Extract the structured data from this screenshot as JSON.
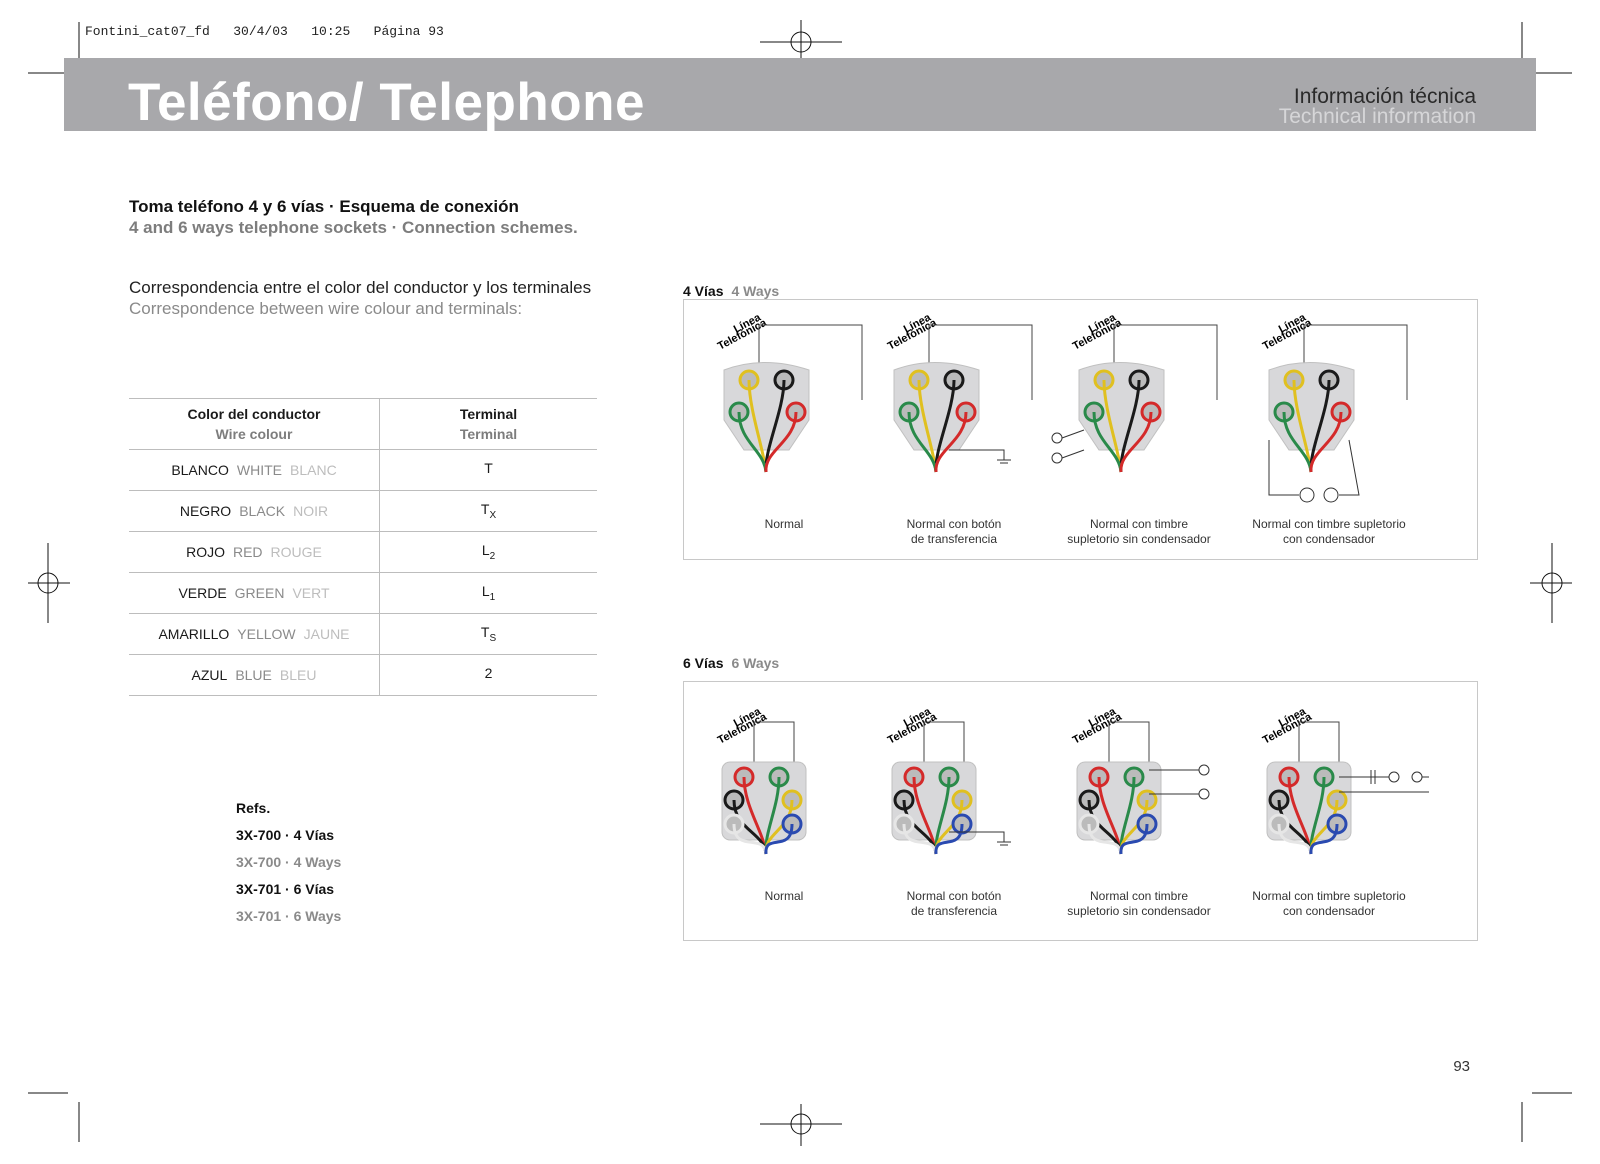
{
  "slug": "Fontini_cat07_fd   30/4/03   10:25   Página 93",
  "header": {
    "title": "Teléfono/ Telephone",
    "info_es": "Información técnica",
    "info_en": "Technical information"
  },
  "heading": {
    "es": "Toma teléfono 4 y 6 vías · Esquema de conexión",
    "en": "4 and 6 ways telephone sockets · Connection schemes."
  },
  "correspondence": {
    "es": "Correspondencia entre el color del conductor y los terminales",
    "en": "Correspondence between wire colour and terminals:"
  },
  "table": {
    "col1_es": "Color del conductor",
    "col1_en": "Wire colour",
    "col2_es": "Terminal",
    "col2_en": "Terminal",
    "rows": [
      {
        "es": "BLANCO",
        "en": "WHITE",
        "fr": "BLANC",
        "term": "T",
        "sub": ""
      },
      {
        "es": "NEGRO",
        "en": "BLACK",
        "fr": "NOIR",
        "term": "T",
        "sub": "X"
      },
      {
        "es": "ROJO",
        "en": "RED",
        "fr": "ROUGE",
        "term": "L",
        "sub": "2"
      },
      {
        "es": "VERDE",
        "en": "GREEN",
        "fr": "VERT",
        "term": "L",
        "sub": "1"
      },
      {
        "es": "AMARILLO",
        "en": "YELLOW",
        "fr": "JAUNE",
        "term": "T",
        "sub": "S"
      },
      {
        "es": "AZUL",
        "en": "BLUE",
        "fr": "BLEU",
        "term": "2",
        "sub": ""
      }
    ]
  },
  "refs": {
    "label": "Refs.",
    "r1": "3X-700 · 4 Vías",
    "r2": "3X-700 · 4 Ways",
    "r3": "3X-701 · 6 Vías",
    "r4": "3X-701 · 6 Ways"
  },
  "section4": {
    "es": "4 Vías",
    "en": "4 Ways",
    "line_label_1": "Línea",
    "line_label_2": "Telefónica",
    "captions": [
      [
        "Normal",
        ""
      ],
      [
        "Normal con botón",
        "de transferencia"
      ],
      [
        "Normal con timbre",
        "supletorio sin condensador"
      ],
      [
        "Normal con timbre supletorio",
        "con condensador"
      ]
    ]
  },
  "section6": {
    "es": "6 Vías",
    "en": "6 Ways",
    "line_label_1": "Línea",
    "line_label_2": "Telefónica",
    "captions": [
      [
        "Normal",
        ""
      ],
      [
        "Normal con botón",
        "de transferencia"
      ],
      [
        "Normal con timbre",
        "supletorio sin condensador"
      ],
      [
        "Normal con timbre supletorio",
        "con condensador"
      ]
    ]
  },
  "page_number": "93",
  "colors": {
    "header": "#a8a8ab",
    "wire_white": "#e6e6e6",
    "wire_black": "#1a1a1a",
    "wire_red": "#d42a2a",
    "wire_green": "#2a8a4a",
    "wire_yellow": "#e0c020",
    "wire_blue": "#2a4ab0"
  }
}
